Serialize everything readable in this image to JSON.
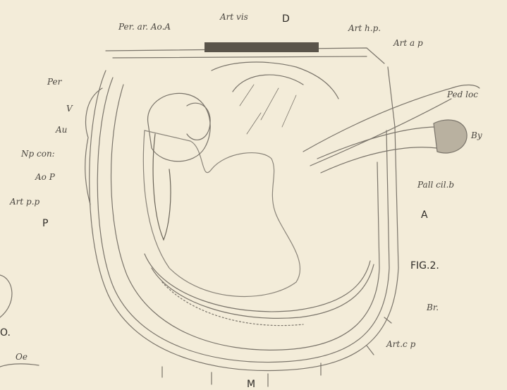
{
  "labels": {
    "per_ao_a": "Per. ar. Ao.A",
    "art_vis": "Art vis",
    "d": "D",
    "art_hp": "Art h.p.",
    "art_ap": "Art a p",
    "per": "Per",
    "v": "V",
    "au": "Au",
    "np_con": "Np con:",
    "ao_p": "Ao P",
    "art_pp": "Art p.p",
    "p": "P",
    "ped_loc": "Ped loc",
    "by": "By",
    "pall_cil_b": "Pall cil.b",
    "a": "A",
    "fig": "FIG.2.",
    "br": "Br.",
    "art_cp": "Art.c p",
    "o": "O.",
    "oe": "Oe",
    "m": "M"
  }
}
